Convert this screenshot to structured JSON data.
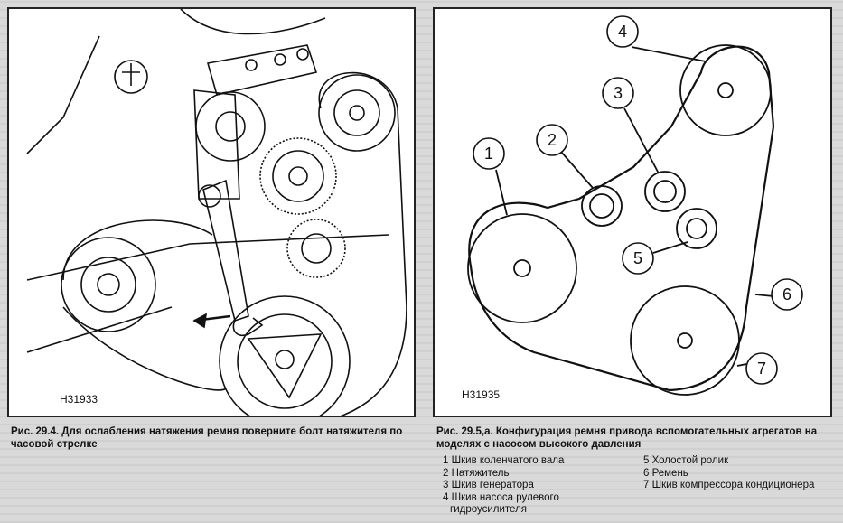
{
  "left_figure": {
    "code": "H31933",
    "caption": "Рис. 29.4. Для ослабления натяжения ремня поверните болт натяжителя по часовой стрелке"
  },
  "right_figure": {
    "code": "H31935",
    "caption": "Рис. 29.5,а. Конфигурация ремня привода вспомогательных агрегатов на моделях с насосом высокого давления",
    "callouts": [
      "1",
      "2",
      "3",
      "4",
      "5",
      "6",
      "7"
    ],
    "legend_col1": [
      "1 Шкив коленчатого вала",
      "2 Натяжитель",
      "3 Шкив генератора",
      "4 Шкив насоса рулевого",
      "гидроусилителя"
    ],
    "legend_col2": [
      "5 Холостой ролик",
      "6 Ремень",
      "7 Шкив компрессора кондиционера"
    ]
  }
}
